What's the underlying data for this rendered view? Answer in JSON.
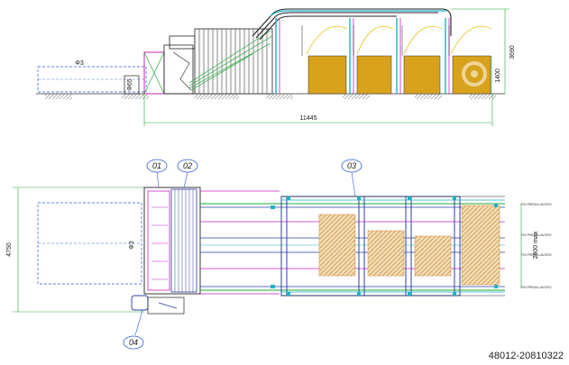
{
  "drawing": {
    "side_view": {
      "dimensions": {
        "overall_length": "11445",
        "total_height": "3690",
        "bin_height": "1400",
        "left_dim": "Φ3",
        "left_small": "Φ65"
      }
    },
    "plan_view": {
      "dimensions": {
        "width": "4750",
        "conveyor_width": "2800 max",
        "left_small": "Φ3"
      },
      "callouts": [
        "01",
        "02",
        "03",
        "04"
      ],
      "side_notes": [
        "FIN PRESA LAVORO",
        "FIN PRESA LAVORO",
        "FIN PRESA LAVORO",
        "FIN PRESA LAVORO"
      ]
    },
    "reference_id": "48012-20810322"
  },
  "colors": {
    "bin": "#d9a21c",
    "frame_blue": "#2a3fa8",
    "cyan": "#1bb3c4",
    "magenta": "#c425c4",
    "green": "#22a83a",
    "hatch": "#d7a35a"
  }
}
